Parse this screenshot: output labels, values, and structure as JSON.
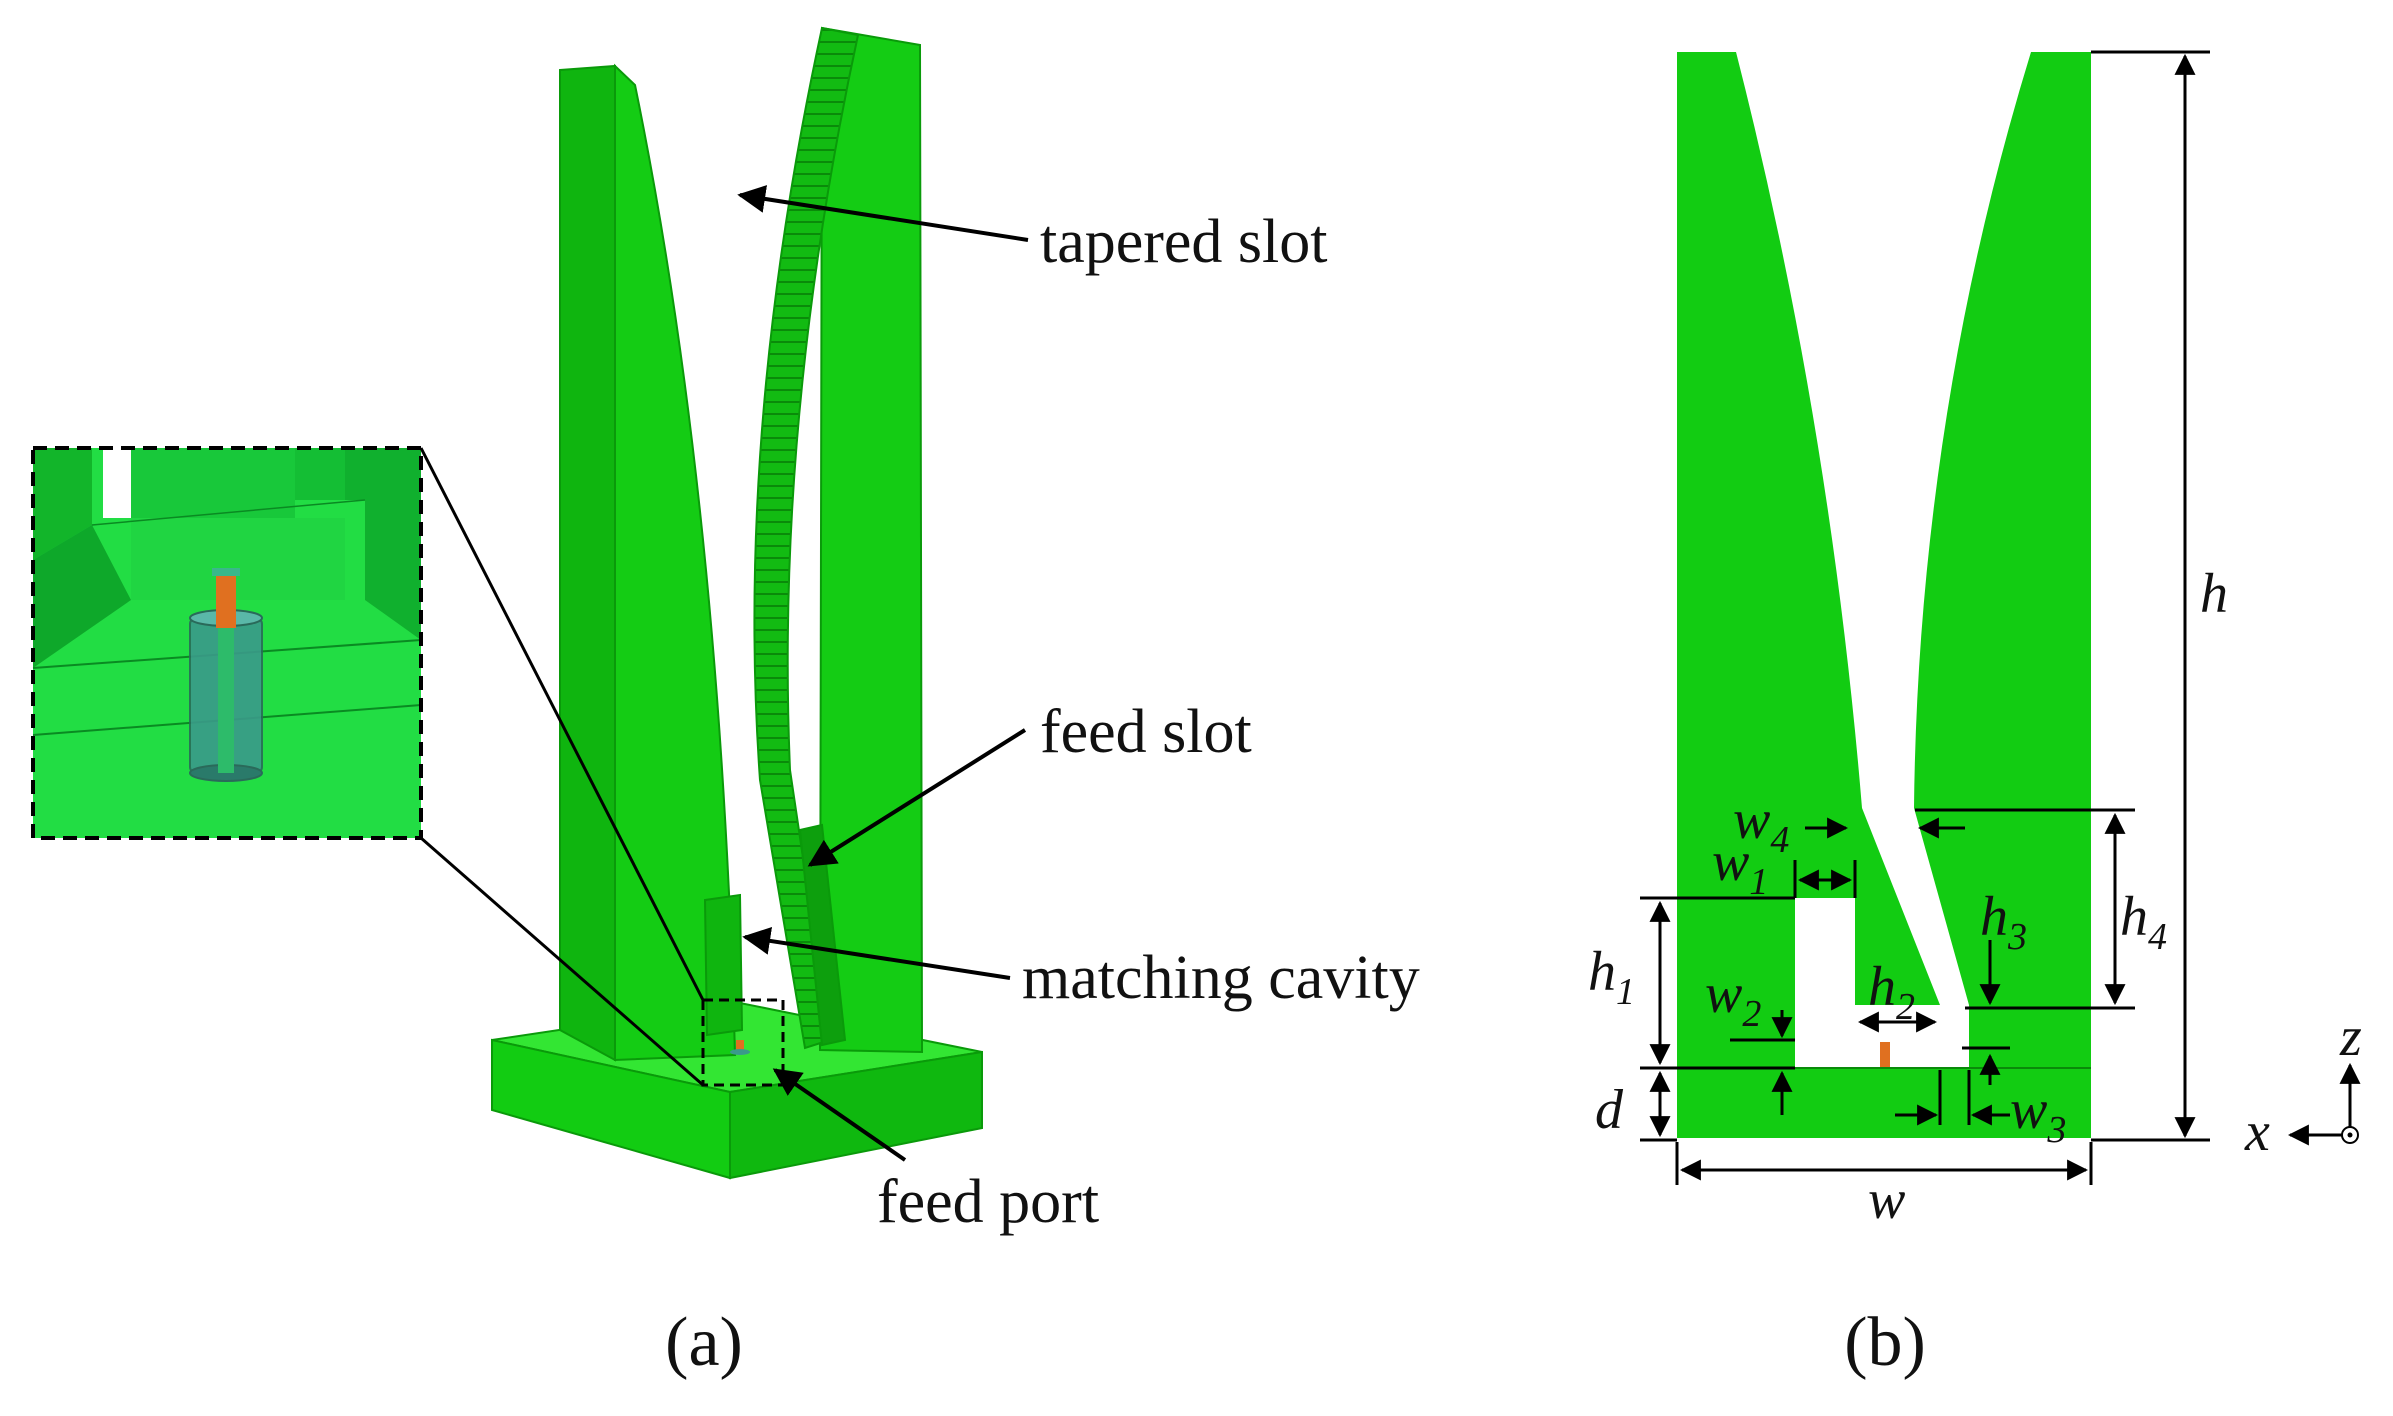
{
  "colors": {
    "conductor": "#12cc12",
    "conductor_light": "#33e633",
    "conductor_dark": "#0a9a0a",
    "feed_pin": "#e07020",
    "coax_shield": "#3a9a8a",
    "line": "#000000"
  },
  "panel_a": {
    "caption": "(a)",
    "annotations": {
      "tapered_slot": "tapered slot",
      "feed_slot": "feed slot",
      "matching_cavity": "matching cavity",
      "feed_port": "feed port"
    }
  },
  "panel_b": {
    "caption": "(b)",
    "dimensions": {
      "h": "h",
      "h1": {
        "base": "h",
        "sub": "1"
      },
      "h2": {
        "base": "h",
        "sub": "2"
      },
      "h3": {
        "base": "h",
        "sub": "3"
      },
      "h4": {
        "base": "h",
        "sub": "4"
      },
      "w": "w",
      "w1": {
        "base": "w",
        "sub": "1"
      },
      "w2": {
        "base": "w",
        "sub": "2"
      },
      "w3": {
        "base": "w",
        "sub": "3"
      },
      "w4": {
        "base": "w",
        "sub": "4"
      },
      "d": "d"
    },
    "axes": {
      "z": "z",
      "x": "x"
    }
  }
}
